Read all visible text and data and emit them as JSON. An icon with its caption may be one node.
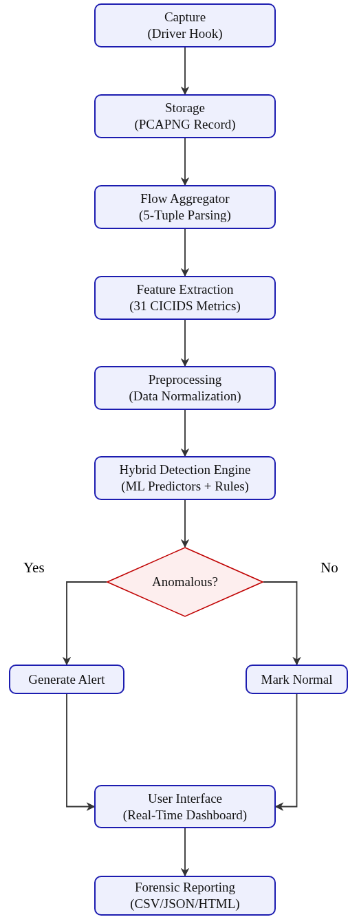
{
  "diagram": {
    "nodes": [
      {
        "text": [
          "Capture",
          "(Driver Hook)"
        ]
      },
      {
        "text": [
          "Storage",
          "(PCAPNG Record)"
        ]
      },
      {
        "text": [
          "Flow Aggregator",
          "(5-Tuple Parsing)"
        ]
      },
      {
        "text": [
          "Feature Extraction",
          "(31 CICIDS Metrics)"
        ]
      },
      {
        "text": [
          "Preprocessing",
          "(Data Normalization)"
        ]
      },
      {
        "text": [
          "Hybrid Detection Engine",
          "(ML Predictors + Rules)"
        ]
      },
      {
        "text": [
          "Anomalous?"
        ]
      },
      {
        "text": [
          "Generate Alert"
        ]
      },
      {
        "text": [
          "Mark Normal"
        ]
      },
      {
        "text": [
          "User Interface",
          "(Real-Time Dashboard)"
        ]
      },
      {
        "text": [
          "Forensic Reporting",
          "(CSV/JSON/HTML)"
        ]
      }
    ],
    "edges": [
      {
        "from": 0,
        "to": 1,
        "arrow": "to"
      },
      {
        "from": 1,
        "to": 2,
        "arrow": "to"
      },
      {
        "from": 2,
        "to": 3,
        "arrow": "to"
      },
      {
        "from": 3,
        "to": 4,
        "arrow": "to"
      },
      {
        "from": 4,
        "to": 5,
        "arrow": "to"
      },
      {
        "from": 5,
        "to": 6,
        "arrow": "to"
      },
      {
        "from": 6,
        "to": 7,
        "arrow": "to",
        "label": "Yes"
      },
      {
        "from": 6,
        "to": 8,
        "arrow": "to",
        "label": "No"
      },
      {
        "from": 7,
        "to": 9,
        "arrow": "to"
      },
      {
        "from": 8,
        "to": 9,
        "arrow": "to"
      },
      {
        "from": 9,
        "to": 10,
        "arrow": "to"
      }
    ]
  }
}
